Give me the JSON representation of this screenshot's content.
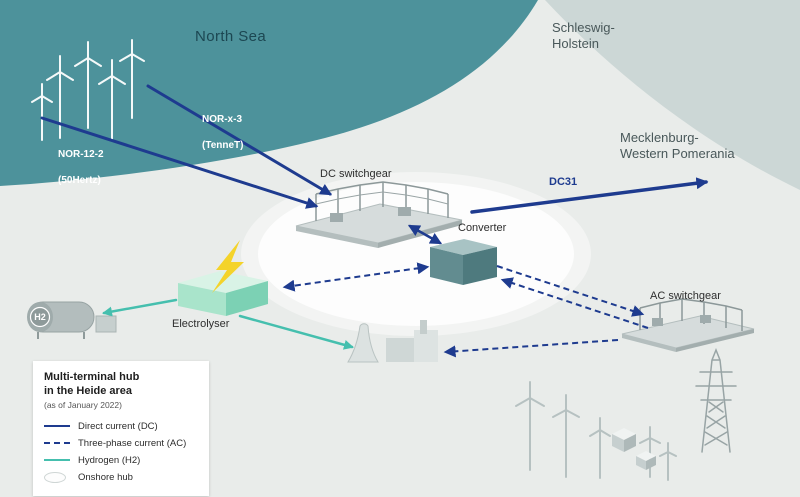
{
  "regions": {
    "north_sea": "North Sea",
    "schleswig_holstein": "Schleswig-\nHolstein",
    "mecklenburg": "Mecklenburg-\nWestern Pomerania"
  },
  "cables": {
    "nor_x_3_name": "NOR-x-3",
    "nor_x_3_operator": "(TenneT)",
    "nor_12_2_name": "NOR-12-2",
    "nor_12_2_operator": "(50Hertz)",
    "dc31": "DC31"
  },
  "components": {
    "dc_switchgear": "DC switchgear",
    "converter": "Converter",
    "ac_switchgear": "AC switchgear",
    "electrolyser": "Electrolyser",
    "h2_tank": "H2"
  },
  "legend": {
    "title": "Multi-terminal hub\nin the Heide area",
    "subtitle": "(as of January 2022)",
    "items": [
      {
        "label": "Direct current (DC)"
      },
      {
        "label": "Three-phase current (AC)"
      },
      {
        "label": "Hydrogen (H2)"
      },
      {
        "label": "Onshore hub"
      }
    ]
  },
  "colors": {
    "sea": "#4d929b",
    "baltic_coast": "#ccd7d6",
    "land": "#e9ecea",
    "dc_line": "#1e3b8f",
    "hydrogen_line": "#45bfae",
    "onshore_hub": "#ffffff",
    "lightning": "#f4d32a",
    "electrolyser_green": "#a9e4cb"
  }
}
